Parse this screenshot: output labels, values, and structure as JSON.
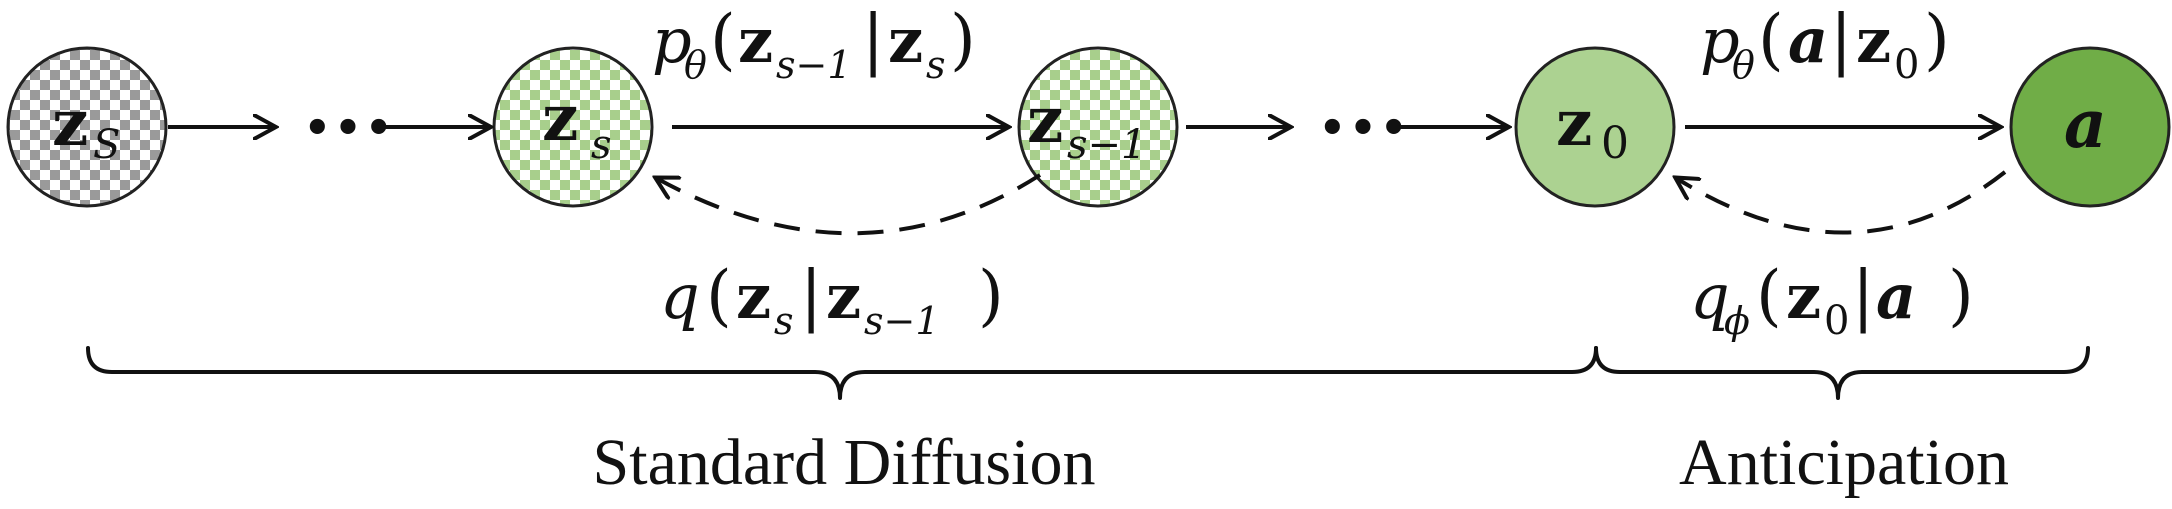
{
  "nodes": {
    "z_S": {
      "main": "z",
      "sub": "S"
    },
    "z_s": {
      "main": "z",
      "sub": "s"
    },
    "z_s_minus_1": {
      "main": "z",
      "sub": "s−1"
    },
    "z_0": {
      "main": "z",
      "sub": "0"
    },
    "a": {
      "main": "a"
    }
  },
  "edges": {
    "forward_label": {
      "fn": "p",
      "fnsub": "θ",
      "target": "z",
      "targetsub": "s−1",
      "bar": "|",
      "given": "z",
      "givensub": "s",
      "open": "(",
      "close": ")"
    },
    "reverse_label": {
      "fn": "q",
      "target": "z",
      "targetsub": "s",
      "bar": "|",
      "given": "z",
      "givensub": "s−1",
      "open": "(",
      "close": ")"
    },
    "predict_label": {
      "fn": "p",
      "fnsub": "θ",
      "target": "a",
      "bar": "|",
      "given": "z",
      "givensub": "0",
      "open": "(",
      "close": ")"
    },
    "encode_label": {
      "fn": "q",
      "fnsub": "ϕ",
      "target": "z",
      "targetsub": "0",
      "bar": "|",
      "given": "a",
      "open": "(",
      "close": ")"
    }
  },
  "ellipsis": {
    "left": "•••",
    "right": "•••"
  },
  "captions": {
    "standard_diffusion": "Standard Diffusion",
    "anticipation": "Anticipation"
  },
  "colors": {
    "checker_gray": "#9a9a9a",
    "checker_green": "#a8cf8c",
    "z0_fill": "#acd291",
    "a_fill": "#70ad47",
    "stroke": "#111111"
  }
}
